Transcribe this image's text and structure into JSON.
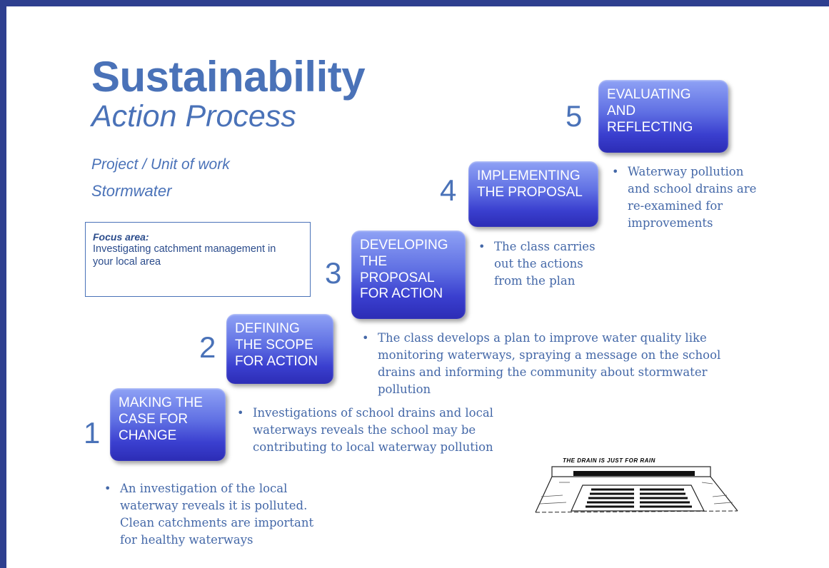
{
  "title": {
    "main": "Sustainability",
    "sub": "Action Process"
  },
  "project": {
    "label": "Project  / Unit of work",
    "name": "Stormwater"
  },
  "focus_area": {
    "title": "Focus area:",
    "text": "Investigating catchment management in your local area"
  },
  "steps": [
    {
      "number": "1",
      "lines": [
        "MAKING THE",
        "CASE FOR",
        "CHANGE"
      ],
      "bullet": "An investigation of the local waterway reveals it is polluted. Clean catchments are important for healthy waterways"
    },
    {
      "number": "2",
      "lines": [
        "DEFINING",
        "THE SCOPE",
        "FOR ACTION"
      ],
      "bullet": "Investigations of school drains and local waterways reveals the school may be contributing to local waterway pollution"
    },
    {
      "number": "3",
      "lines": [
        "DEVELOPING",
        "THE",
        "PROPOSAL",
        "FOR ACTION"
      ],
      "bullet": "The class develops a plan to improve water quality like monitoring waterways, spraying a message on the school drains and informing the community about stormwater pollution"
    },
    {
      "number": "4",
      "lines": [
        "IMPLEMENTING",
        "THE PROPOSAL"
      ],
      "bullet": "The class carries out the actions from the plan"
    },
    {
      "number": "5",
      "lines": [
        "EVALUATING",
        "AND",
        "REFLECTING"
      ],
      "bullet": "Waterway pollution and school drains are re-examined for improvements"
    }
  ],
  "drain_image": {
    "caption": "THE DRAIN IS JUST FOR RAIN"
  },
  "colors": {
    "frame": "#2e3f8f",
    "title": "#4a72b8",
    "step_box_top": "#8fa2f5",
    "step_box_bottom": "#2c2cb5",
    "bullet_text": "#4468a8"
  }
}
